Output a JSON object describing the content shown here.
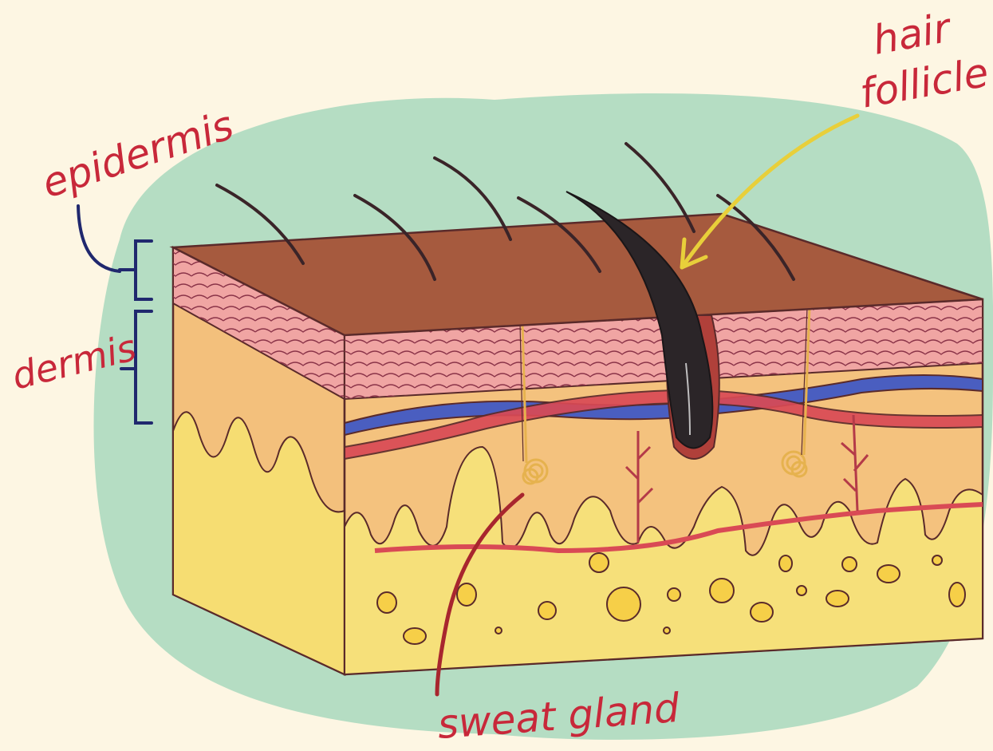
{
  "labels": {
    "epidermis": "epidermis",
    "dermis": "dermis",
    "hair_follicle_line1": "hair",
    "hair_follicle_line2": "follicle",
    "sweat_gland": "sweat gland"
  },
  "colors": {
    "background": "#fdf6e3",
    "watercolor_wash": "#a8d8bd",
    "skin_surface": "#a65a3e",
    "epidermis_layer": "#f0a5a3",
    "dermis_layer": "#f4c27e",
    "fat_layer": "#f6e07a",
    "label_red": "#c8283a",
    "bracket_navy": "#20286e",
    "arrow_yellow": "#e8cf3a",
    "vein_blue": "#4a5ec0",
    "artery_red": "#d94a55",
    "hair_dark": "#2b2528"
  }
}
